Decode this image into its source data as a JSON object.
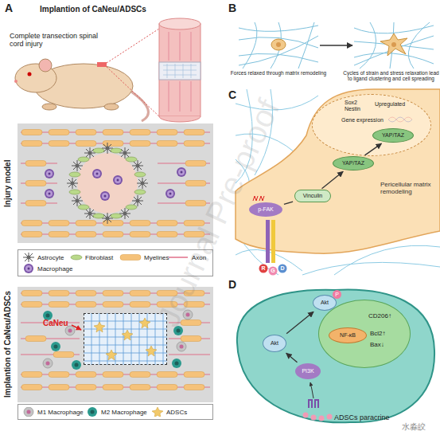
{
  "diagram": {
    "nodes": [
      {
        "text": [
          "Injury model"
        ]
      },
      {
        "text": [
          "Implantion of CaNeu/ADSCs"
        ]
      },
      {
        "text": [
          "CaNeu"
        ],
        "in": 1
      },
      {
        "text": [
          "Forces relaxed through matrix remodeling"
        ]
      },
      {
        "text": [
          "Cycles of strain and stress relaxation lead to ligand clustering and cell spreading"
        ]
      },
      {
        "text": [
          "Sox2 Nestin",
          "Upregulated",
          "Gene expression"
        ]
      },
      {
        "text": [
          "YAP/TAZ"
        ],
        "in": 5
      },
      {
        "text": [
          "YAP/TAZ"
        ]
      },
      {
        "text": [
          "Vinculin"
        ]
      },
      {
        "text": [
          "p-FAK"
        ]
      },
      {
        "text": [
          "CD206↑",
          "Bcl2↑",
          "Bax↓"
        ]
      },
      {
        "text": [
          "NF-κB"
        ],
        "in": 10
      },
      {
        "text": [
          "Akt",
          "P"
        ]
      },
      {
        "text": [
          "Akt"
        ]
      },
      {
        "text": [
          "PI3K"
        ]
      }
    ],
    "edges": [
      {
        "from": 3,
        "to": 4,
        "arrow": "to"
      },
      {
        "from": 7,
        "to": 6,
        "arrow": "to"
      },
      {
        "from": 8,
        "to": 7,
        "arrow": "to"
      },
      {
        "from": 9,
        "to": 8,
        "arrow": "none"
      },
      {
        "from": 14,
        "to": 13,
        "arrow": "to"
      },
      {
        "from": 13,
        "to": 12,
        "arrow": "to"
      }
    ],
    "labels": [
      "A",
      "Implantion of CaNeu/ADSCs",
      "Complete transection spinal cord injury",
      "B",
      "C",
      "Pericellular matrix remodeling",
      "R",
      "G",
      "D",
      "D",
      "ADSCs paracrine",
      "Journal Pre-proof",
      "水淼皎"
    ],
    "legend": [
      {
        "text": "Astrocyte"
      },
      {
        "text": "Fibroblast"
      },
      {
        "text": "Myelines"
      },
      {
        "text": "Axon"
      },
      {
        "text": "Macrophage"
      },
      {
        "text": "M1 Macrophage"
      },
      {
        "text": "M2 Macrophage"
      },
      {
        "text": "ADSCs"
      }
    ]
  }
}
